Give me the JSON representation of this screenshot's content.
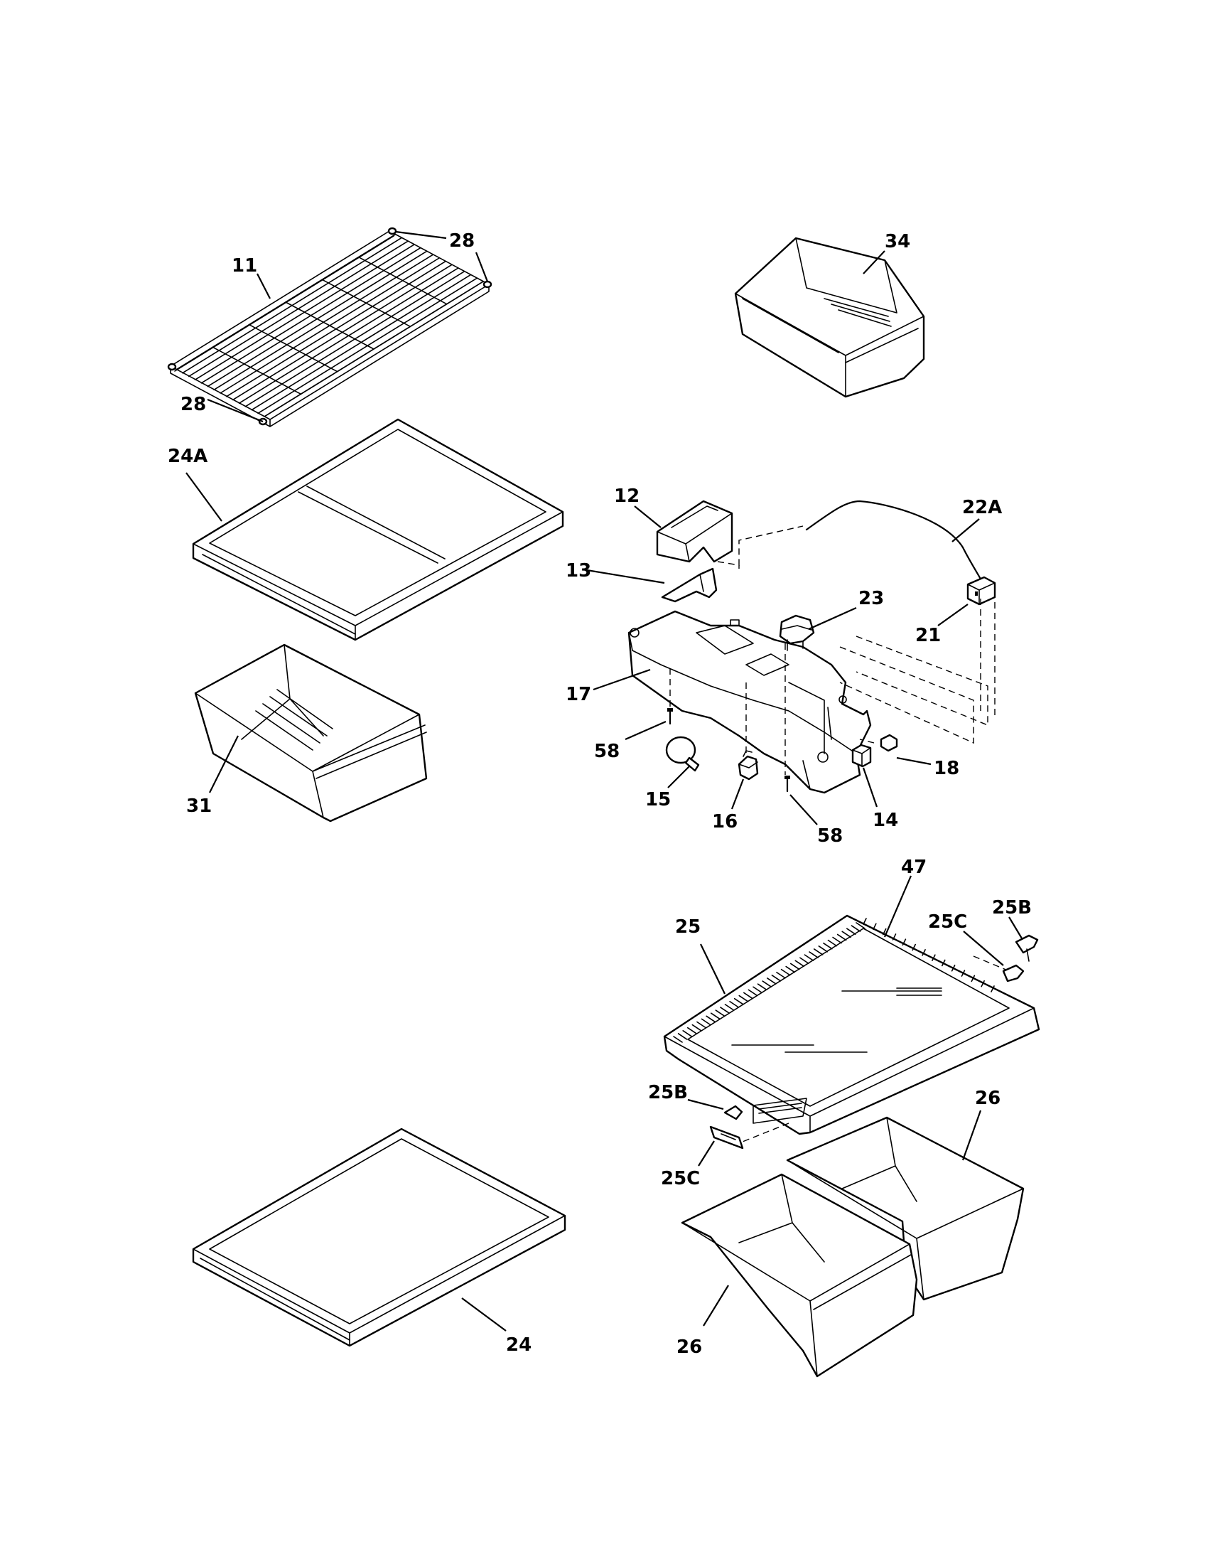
{
  "callouts": {
    "c11": "11",
    "c28a": "28",
    "c28b": "28",
    "c34": "34",
    "c24a": "24A",
    "c12": "12",
    "c22a": "22A",
    "c13": "13",
    "c23": "23",
    "c21": "21",
    "c17": "17",
    "c58a": "58",
    "c18": "18",
    "c15": "15",
    "c16": "16",
    "c58b": "58",
    "c14": "14",
    "c31": "31",
    "c47": "47",
    "c25b_top": "25B",
    "c25": "25",
    "c25c_top": "25C",
    "c25b_bottom": "25B",
    "c26_top": "26",
    "c25c_bottom": "25C",
    "c24": "24",
    "c26_bottom": "26"
  }
}
